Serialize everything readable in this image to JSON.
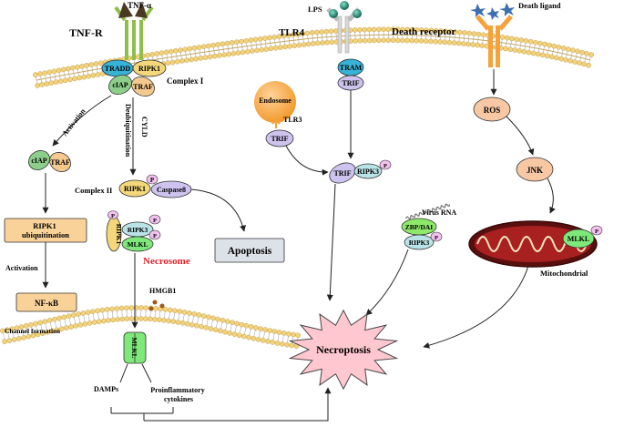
{
  "receptors": {
    "tnfr_label": "TNF-R",
    "tnfa_label": "TNF-α",
    "tlr4_label": "TLR4",
    "lps_label": "LPS",
    "death_receptor_label": "Death receptor",
    "death_ligand_label": "Death ligand"
  },
  "complex1": {
    "label": "Complex I",
    "tradd": "TRADD",
    "ripk1": "RIPK1",
    "ciap": "cIAP",
    "traf": "TRAF"
  },
  "left_branch": {
    "activation_label": "Activation",
    "ciap": "cIAP",
    "traf": "TRAF",
    "ubiquitination_box": "RIPK1 ubiquitination",
    "activation2_label": "Activation",
    "nfkb_box": "NF-κB"
  },
  "middle_branch": {
    "deubiquitination_label": "Deubiquitination",
    "cyld_label": "CYLD",
    "complex2_label": "Complex II",
    "ripk1": "RIPK1",
    "caspase8": "Caspase8",
    "p": "P",
    "apoptosis_box": "Apoptosis",
    "necrosome_ripk1": "RIPK1",
    "necrosome_ripk3": "RIPK3",
    "necrosome_mlkl": "MLKL",
    "necrosome_label": "Necrosome",
    "hmgb1_label": "HMGB1",
    "channel_formation_label": "Channel formation",
    "mlkl_channel": "MLKL",
    "damps_label": "DAMPs",
    "cytokines_label": "Proinflammatory cytokines"
  },
  "tlr_branch": {
    "endosome_label": "Endosome",
    "tlr3_label": "TLR3",
    "trif_endosome": "TRIF",
    "tram": "TRAM",
    "trif_tlr4": "TRIF",
    "trif_combined": "TRIF",
    "ripk3": "RIPK3",
    "virus_rna_label": "Virus RNA",
    "zbp_dai": "ZBP/DAI",
    "ripk3_virus": "RIPK3"
  },
  "death_branch": {
    "ros": "ROS",
    "jnk": "JNK",
    "mlkl": "MLKL",
    "mitochondrial_label": "Mitochondrial"
  },
  "necroptosis_label": "Necroptosis",
  "colors": {
    "tradd": "#36b3d6",
    "ripk1": "#f3d77a",
    "green_node": "#8dcf8a",
    "traf": "#f4c98f",
    "trif": "#cdc3ee",
    "ripk3": "#b9e3e7",
    "p_badge": "#f2c1f0",
    "peach_box": "#f9d29a",
    "node_salmon": "#f8c8a4",
    "apoptosis_box": "#dde1e8",
    "mlkl": "#7ee87a",
    "zbp": "#8ee86a",
    "necroptosis_star": "#ffc7cf",
    "membrane_head": "#f2d27a",
    "receptor_green": "#8fbf4a",
    "receptor_orange": "#f6a13a",
    "mito": "#8c1a1a",
    "necrosome_red": "#e0202a"
  }
}
